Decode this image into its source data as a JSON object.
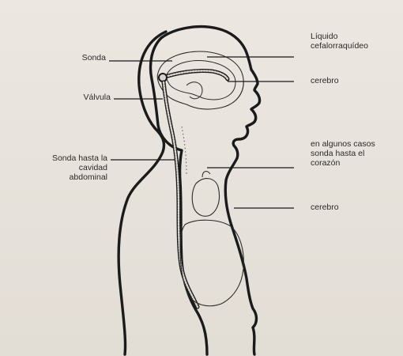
{
  "labels": {
    "sonda": "Sonda",
    "valvula": "Válvula",
    "sonda_abdominal": "Sonda hasta la\ncavidad\nabdominal",
    "liquido": "Líquido\ncefalorraquídeo",
    "cerebro_1": "cerebro",
    "corazon": "en algunos casos\nsonda hasta el\ncorazón",
    "cerebro_2": "cerebro"
  },
  "colors": {
    "ink": "#1b1b1b",
    "paper": "#e9e4dd",
    "tube_fill": "#d9d4cc"
  }
}
